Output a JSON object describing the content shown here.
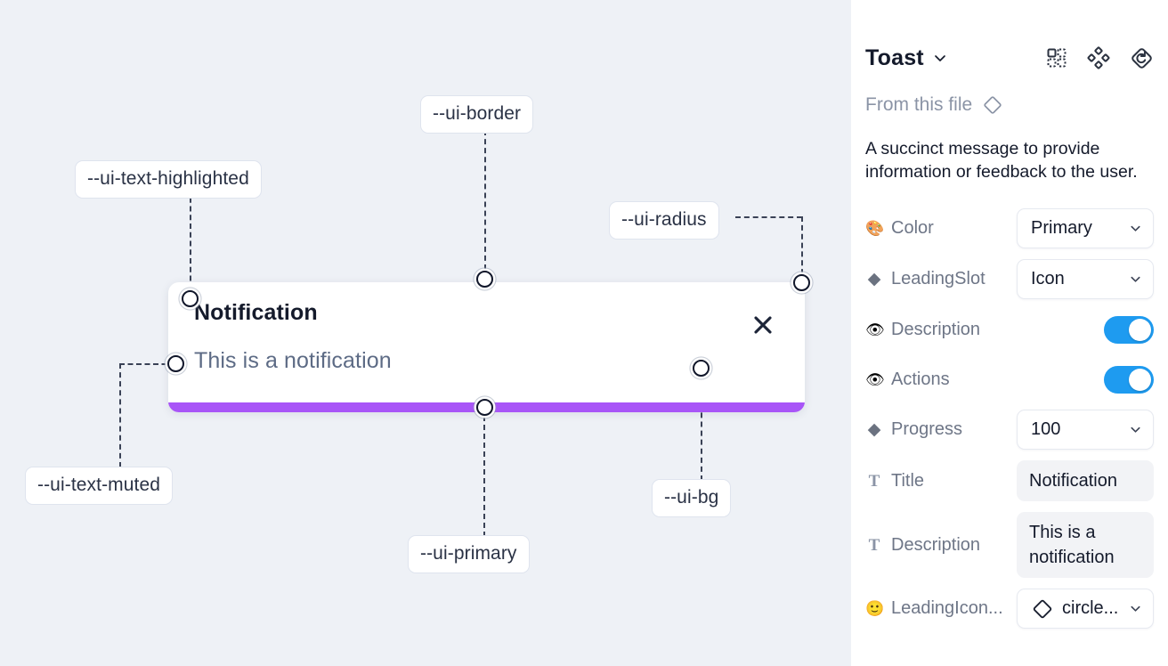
{
  "canvas": {
    "background_color": "#eef1f6",
    "tokens": [
      {
        "id": "ui-text-highlighted",
        "label": "--ui-text-highlighted"
      },
      {
        "id": "ui-border",
        "label": "--ui-border"
      },
      {
        "id": "ui-radius",
        "label": "--ui-radius"
      },
      {
        "id": "ui-text-muted",
        "label": "--ui-text-muted"
      },
      {
        "id": "ui-primary",
        "label": "--ui-primary"
      },
      {
        "id": "ui-bg",
        "label": "--ui-bg"
      }
    ]
  },
  "toast": {
    "title": "Notification",
    "description": "This is a notification",
    "close_icon": "close-x-icon",
    "progress_color": "#a855f7",
    "progress_value": 100,
    "background_color": "#ffffff"
  },
  "panel": {
    "title": "Toast",
    "title_caret_icon": "chevron-down-icon",
    "header_icons": [
      {
        "id": "component-grid-icon",
        "name": "component-grid-icon"
      },
      {
        "id": "variants-icon",
        "name": "variants-icon"
      },
      {
        "id": "reset-instance-icon",
        "name": "reset-instance-icon"
      }
    ],
    "from_this_file": {
      "label": "From this file",
      "icon": "diamond-outline-icon"
    },
    "description": "A succinct message to provide information or feedback to the user.",
    "properties": [
      {
        "id": "color",
        "icon": "palette-emoji-icon",
        "icon_glyph": "🎨",
        "icon_kind": "emoji",
        "label": "Color",
        "control": "select",
        "value": "Primary"
      },
      {
        "id": "leading-slot",
        "icon": "diamond-icon",
        "icon_glyph": "◆",
        "icon_kind": "diamond",
        "label": "LeadingSlot",
        "control": "select",
        "value": "Icon"
      },
      {
        "id": "description-visibility",
        "icon": "eye-emoji-icon",
        "icon_glyph": "👁",
        "icon_kind": "emoji",
        "label": "Description",
        "control": "toggle",
        "value": "on"
      },
      {
        "id": "actions-visibility",
        "icon": "eye-emoji-icon",
        "icon_glyph": "👁",
        "icon_kind": "emoji",
        "label": "Actions",
        "control": "toggle",
        "value": "on"
      },
      {
        "id": "progress",
        "icon": "diamond-icon",
        "icon_glyph": "◆",
        "icon_kind": "diamond",
        "label": "Progress",
        "control": "select",
        "value": "100"
      },
      {
        "id": "title",
        "icon": "text-type-icon",
        "icon_glyph": "T",
        "icon_kind": "tletter",
        "label": "Title",
        "control": "textfield",
        "value": "Notification"
      },
      {
        "id": "description-text",
        "icon": "text-type-icon",
        "icon_glyph": "T",
        "icon_kind": "tletter",
        "label": "Description",
        "control": "textfield",
        "value": "This is a notification"
      },
      {
        "id": "leading-icon",
        "icon": "smiley-emoji-icon",
        "icon_glyph": "🙂",
        "icon_kind": "emoji",
        "label": "LeadingIcon...",
        "control": "icon-select",
        "value": "circle...",
        "value_icon": "diamond-outline-icon"
      }
    ]
  },
  "colors": {
    "canvas_bg": "#eef1f6",
    "accent_purple": "#a855f7",
    "toggle_blue": "#1e9bf0",
    "text_dark": "#141a2b",
    "text_muted": "#5d6b85",
    "label_grey": "#6e7687"
  }
}
